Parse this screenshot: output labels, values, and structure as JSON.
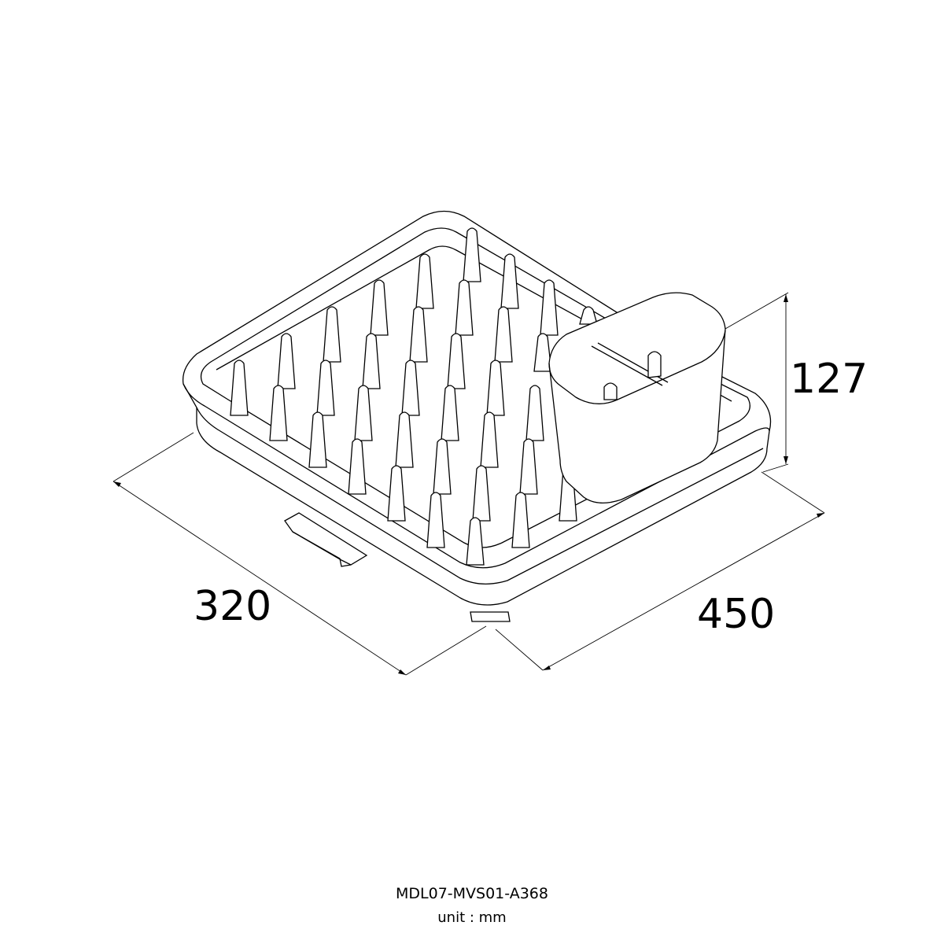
{
  "product": {
    "model": "MDL07-MVS01-A368",
    "unit": "unit : mm"
  },
  "dimensions": {
    "width": "320",
    "depth": "450",
    "height": "127"
  }
}
